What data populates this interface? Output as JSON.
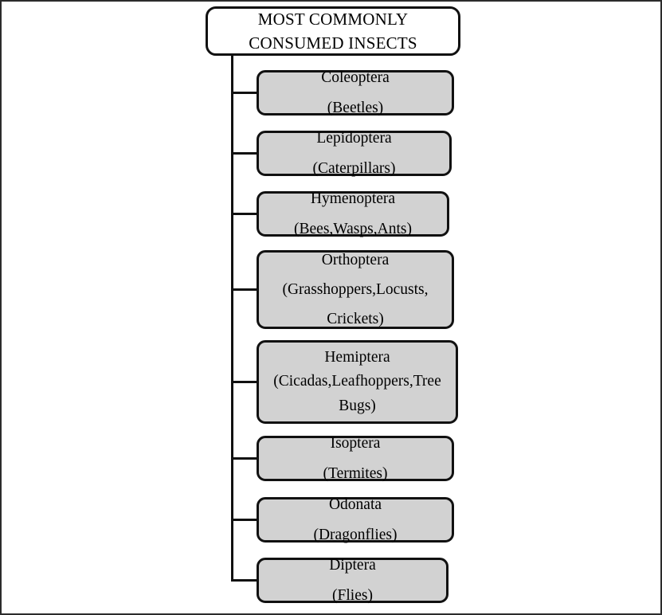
{
  "diagram": {
    "title_lines": [
      "MOST COMMONLY",
      "CONSUMED INSECTS"
    ],
    "root": {
      "name": "most-commonly-consumed-insects",
      "line1": "MOST COMMONLY",
      "line2": "CONSUMED INSECTS"
    },
    "colors": {
      "frame": "#2b2b2b",
      "node_border": "#111111",
      "root_fill": "#ffffff",
      "child_fill": "#d2d2d2",
      "connector": "#111111",
      "text": "#000000"
    },
    "children": [
      {
        "id": "coleoptera",
        "order": "Coleoptera",
        "common": "(Beetles)",
        "lines": [
          "Coleoptera",
          "(Beetles)"
        ]
      },
      {
        "id": "lepidoptera",
        "order": "Lepidoptera",
        "common": "(Caterpillars)",
        "lines": [
          "Lepidoptera",
          "(Caterpillars)"
        ]
      },
      {
        "id": "hymenoptera",
        "order": "Hymenoptera",
        "common": "(Bees,Wasps,Ants)",
        "lines": [
          "Hymenoptera",
          "(Bees,Wasps,Ants)"
        ]
      },
      {
        "id": "orthoptera",
        "order": "Orthoptera",
        "common": "(Grasshoppers,Locusts,Crickets)",
        "lines": [
          "Orthoptera",
          "(Grasshoppers,Locusts,",
          "Crickets)"
        ]
      },
      {
        "id": "hemiptera",
        "order": "Hemiptera",
        "common": "(Cicadas,Leafhoppers,Tree Bugs)",
        "lines": [
          "Hemiptera",
          "(Cicadas,Leafhoppers,Tree",
          "Bugs)"
        ]
      },
      {
        "id": "isoptera",
        "order": "Isoptera",
        "common": "(Termites)",
        "lines": [
          "Isoptera",
          "(Termites)"
        ]
      },
      {
        "id": "odonata",
        "order": "Odonata",
        "common": "(Dragonflies)",
        "lines": [
          "Odonata",
          "(Dragonflies)"
        ]
      },
      {
        "id": "diptera",
        "order": "Diptera",
        "common": "(Flies)",
        "lines": [
          "Diptera",
          "(Flies)"
        ]
      }
    ]
  }
}
